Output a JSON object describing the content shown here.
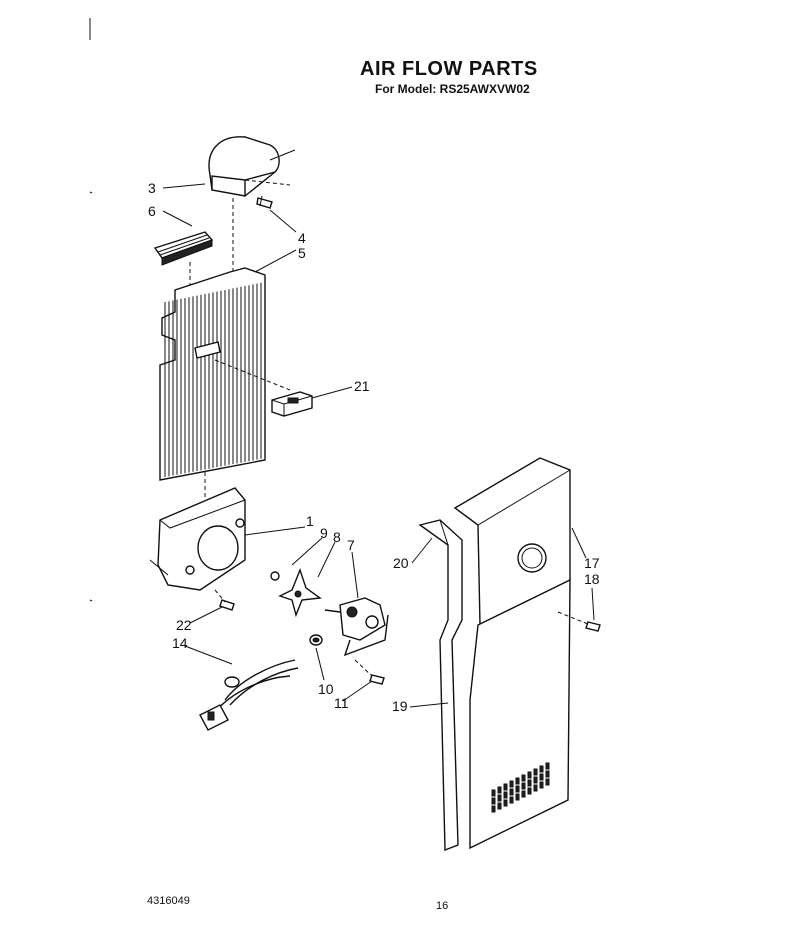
{
  "title": "AIR FLOW PARTS",
  "subtitle": "For Model: RS25AWXVW02",
  "footer": {
    "doc_number": "4316049",
    "page_number": "16"
  },
  "callouts": [
    {
      "id": "1",
      "label": "1"
    },
    {
      "id": "3",
      "label": "3"
    },
    {
      "id": "4",
      "label": "4"
    },
    {
      "id": "5",
      "label": "5"
    },
    {
      "id": "6",
      "label": "6"
    },
    {
      "id": "7",
      "label": "7"
    },
    {
      "id": "8",
      "label": "8"
    },
    {
      "id": "9",
      "label": "9"
    },
    {
      "id": "10",
      "label": "10"
    },
    {
      "id": "11",
      "label": "11"
    },
    {
      "id": "14",
      "label": "14"
    },
    {
      "id": "17",
      "label": "17"
    },
    {
      "id": "18",
      "label": "18"
    },
    {
      "id": "19",
      "label": "19"
    },
    {
      "id": "20",
      "label": "20"
    },
    {
      "id": "21",
      "label": "21"
    },
    {
      "id": "22",
      "label": "22"
    }
  ]
}
